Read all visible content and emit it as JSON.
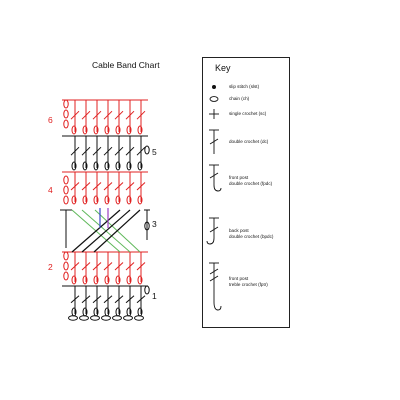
{
  "chart_title": "Cable Band Chart",
  "colors": {
    "red": "#e02020",
    "black": "#111111",
    "green": "#5fb85a",
    "blue": "#3a44c9",
    "purple": "#9b3fc0"
  },
  "rows": [
    {
      "label": "1",
      "color": "black",
      "side": "right"
    },
    {
      "label": "2",
      "color": "red",
      "side": "left"
    },
    {
      "label": "3",
      "color": "black",
      "side": "right"
    },
    {
      "label": "4",
      "color": "red",
      "side": "left"
    },
    {
      "label": "5",
      "color": "black",
      "side": "right"
    },
    {
      "label": "6",
      "color": "red",
      "side": "left"
    }
  ],
  "key": {
    "title": "Key",
    "entries": [
      {
        "symbol": "dot-icon",
        "label": "slip stitch (slst)"
      },
      {
        "symbol": "oval-icon",
        "label": "chain (ch)"
      },
      {
        "symbol": "cross-icon",
        "label": "single crochet (sc)"
      },
      {
        "symbol": "dc-icon",
        "label": "double crochet (dc)"
      },
      {
        "symbol": "fpdc-icon",
        "label": "front post\ndouble crochet (fpdc)"
      },
      {
        "symbol": "bpdc-icon",
        "label": "back post\ndouble crochet (bpdc)"
      },
      {
        "symbol": "fptr-icon",
        "label": "front post\ntreble crochet (fptr)"
      }
    ]
  }
}
